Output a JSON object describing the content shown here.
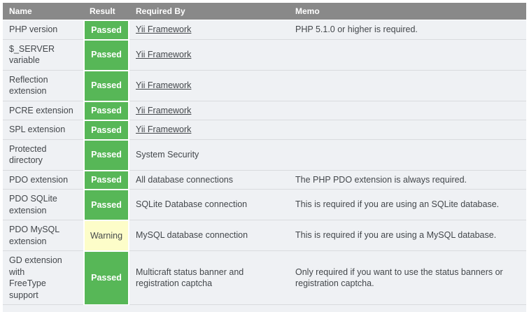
{
  "colors": {
    "header_bg": "#898989",
    "header_text": "#ffffff",
    "row_bg": "#eff1f4",
    "row_separator": "#d9dbde",
    "body_text": "#43474b",
    "passed_bg": "#57b757",
    "passed_text": "#ffffff",
    "warning_bg": "#fdfdc9",
    "warning_text": "#45484b",
    "page_bg": "#ffffff"
  },
  "table": {
    "columns": [
      {
        "label": "Name"
      },
      {
        "label": "Result"
      },
      {
        "label": "Required By"
      },
      {
        "label": "Memo"
      }
    ],
    "rows": [
      {
        "name": "PHP version",
        "result": "Passed",
        "result_type": "passed",
        "required_by": "Yii Framework",
        "required_by_is_link": true,
        "memo": "PHP 5.1.0 or higher is required."
      },
      {
        "name": "$_SERVER\nvariable",
        "result": "Passed",
        "result_type": "passed",
        "required_by": "Yii Framework",
        "required_by_is_link": true,
        "memo": ""
      },
      {
        "name": "Reflection\nextension",
        "result": "Passed",
        "result_type": "passed",
        "required_by": "Yii Framework",
        "required_by_is_link": true,
        "memo": ""
      },
      {
        "name": "PCRE extension",
        "result": "Passed",
        "result_type": "passed",
        "required_by": "Yii Framework",
        "required_by_is_link": true,
        "memo": ""
      },
      {
        "name": "SPL extension",
        "result": "Passed",
        "result_type": "passed",
        "required_by": "Yii Framework",
        "required_by_is_link": true,
        "memo": ""
      },
      {
        "name": "Protected\ndirectory",
        "result": "Passed",
        "result_type": "passed",
        "required_by": "System Security",
        "required_by_is_link": false,
        "memo": ""
      },
      {
        "name": "PDO extension",
        "result": "Passed",
        "result_type": "passed",
        "required_by": "All database connections",
        "required_by_is_link": false,
        "memo": "The PHP PDO extension is always required."
      },
      {
        "name": "PDO SQLite\nextension",
        "result": "Passed",
        "result_type": "passed",
        "required_by": "SQLite Database connection",
        "required_by_is_link": false,
        "memo": "This is required if you are using an SQLite database."
      },
      {
        "name": "PDO MySQL\nextension",
        "result": "Warning",
        "result_type": "warning",
        "required_by": "MySQL database connection",
        "required_by_is_link": false,
        "memo": "This is required if you are using a MySQL database."
      },
      {
        "name": "GD extension\nwith\nFreeType\nsupport",
        "result": "Passed",
        "result_type": "passed",
        "required_by": "Multicraft status banner and\nregistration captcha",
        "required_by_is_link": false,
        "memo": "Only required if you want to use the status banners or\nregistration captcha."
      }
    ]
  }
}
